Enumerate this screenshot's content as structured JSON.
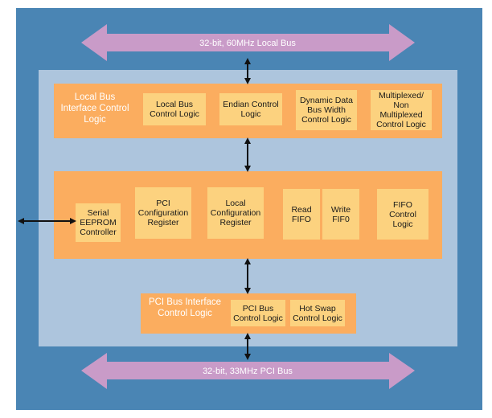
{
  "buses": {
    "local": "32-bit, 60MHz Local Bus",
    "pci": "32-bit, 33MHz PCI Bus"
  },
  "local_bus_block": {
    "title": "Local Bus Interface Control Logic",
    "items": [
      "Local Bus Control Logic",
      "Endian Control Logic",
      "Dynamic Data Bus Width Control Logic",
      "Multiplexed/ Non Multiplexed Control Logic"
    ]
  },
  "core_block": {
    "items": [
      "Serial EEPROM Controller",
      "PCI Configuration Register",
      "Local Configuration Register",
      "Read FIFO",
      "Write FIF0",
      "FIFO Control Logic"
    ]
  },
  "pci_bus_block": {
    "title": "PCI Bus Interface Control Logic",
    "items": [
      "PCI Bus Control Logic",
      "Hot Swap Control Logic"
    ]
  },
  "colors": {
    "background": "#4a85b4",
    "chip": "#adc5dd",
    "block": "#fbad5f",
    "inner": "#fcd27f",
    "bus_arrow": "#c99bc8"
  }
}
